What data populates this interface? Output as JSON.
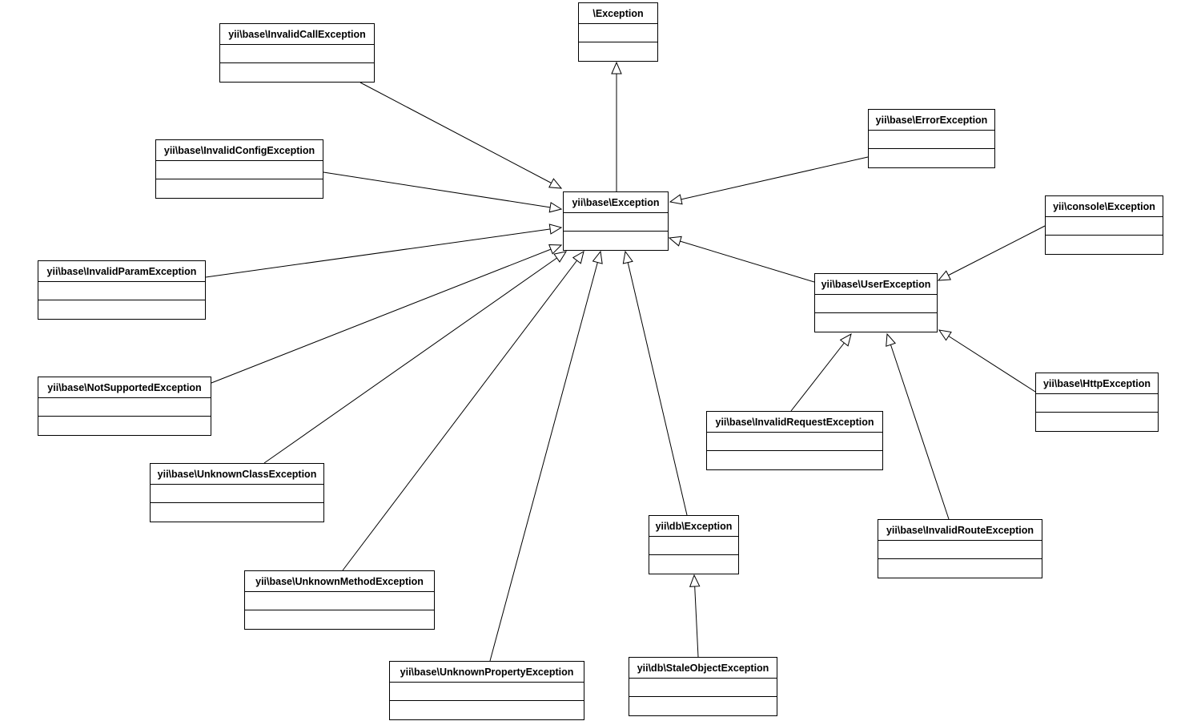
{
  "diagram": {
    "kind": "uml-class-inheritance-diagram",
    "relation_type": "inheritance"
  },
  "nodes": [
    {
      "id": "exception",
      "label": "\\Exception"
    },
    {
      "id": "invalid-call-exception",
      "label": "yii\\base\\InvalidCallException"
    },
    {
      "id": "error-exception",
      "label": "yii\\base\\ErrorException"
    },
    {
      "id": "invalid-config-exception",
      "label": "yii\\base\\InvalidConfigException"
    },
    {
      "id": "base-exception",
      "label": "yii\\base\\Exception"
    },
    {
      "id": "console-exception",
      "label": "yii\\console\\Exception"
    },
    {
      "id": "invalid-param-exception",
      "label": "yii\\base\\InvalidParamException"
    },
    {
      "id": "user-exception",
      "label": "yii\\base\\UserException"
    },
    {
      "id": "not-supported-exception",
      "label": "yii\\base\\NotSupportedException"
    },
    {
      "id": "http-exception",
      "label": "yii\\base\\HttpException"
    },
    {
      "id": "invalid-request-exception",
      "label": "yii\\base\\InvalidRequestException"
    },
    {
      "id": "unknown-class-exception",
      "label": "yii\\base\\UnknownClassException"
    },
    {
      "id": "db-exception",
      "label": "yii\\db\\Exception"
    },
    {
      "id": "invalid-route-exception",
      "label": "yii\\base\\InvalidRouteException"
    },
    {
      "id": "unknown-method-exception",
      "label": "yii\\base\\UnknownMethodException"
    },
    {
      "id": "stale-object-exception",
      "label": "yii\\db\\StaleObjectException"
    },
    {
      "id": "unknown-property-exception",
      "label": "yii\\base\\UnknownPropertyException"
    }
  ],
  "edges": [
    {
      "child": "yii\\base\\Exception",
      "parent": "\\Exception"
    },
    {
      "child": "yii\\base\\InvalidCallException",
      "parent": "yii\\base\\Exception"
    },
    {
      "child": "yii\\base\\ErrorException",
      "parent": "yii\\base\\Exception"
    },
    {
      "child": "yii\\base\\InvalidConfigException",
      "parent": "yii\\base\\Exception"
    },
    {
      "child": "yii\\base\\InvalidParamException",
      "parent": "yii\\base\\Exception"
    },
    {
      "child": "yii\\base\\NotSupportedException",
      "parent": "yii\\base\\Exception"
    },
    {
      "child": "yii\\base\\UnknownClassException",
      "parent": "yii\\base\\Exception"
    },
    {
      "child": "yii\\base\\UnknownMethodException",
      "parent": "yii\\base\\Exception"
    },
    {
      "child": "yii\\base\\UnknownPropertyException",
      "parent": "yii\\base\\Exception"
    },
    {
      "child": "yii\\db\\Exception",
      "parent": "yii\\base\\Exception"
    },
    {
      "child": "yii\\base\\UserException",
      "parent": "yii\\base\\Exception"
    },
    {
      "child": "yii\\console\\Exception",
      "parent": "yii\\base\\UserException"
    },
    {
      "child": "yii\\base\\HttpException",
      "parent": "yii\\base\\UserException"
    },
    {
      "child": "yii\\base\\InvalidRequestException",
      "parent": "yii\\base\\UserException"
    },
    {
      "child": "yii\\base\\InvalidRouteException",
      "parent": "yii\\base\\UserException"
    },
    {
      "child": "yii\\db\\StaleObjectException",
      "parent": "yii\\db\\Exception"
    }
  ]
}
